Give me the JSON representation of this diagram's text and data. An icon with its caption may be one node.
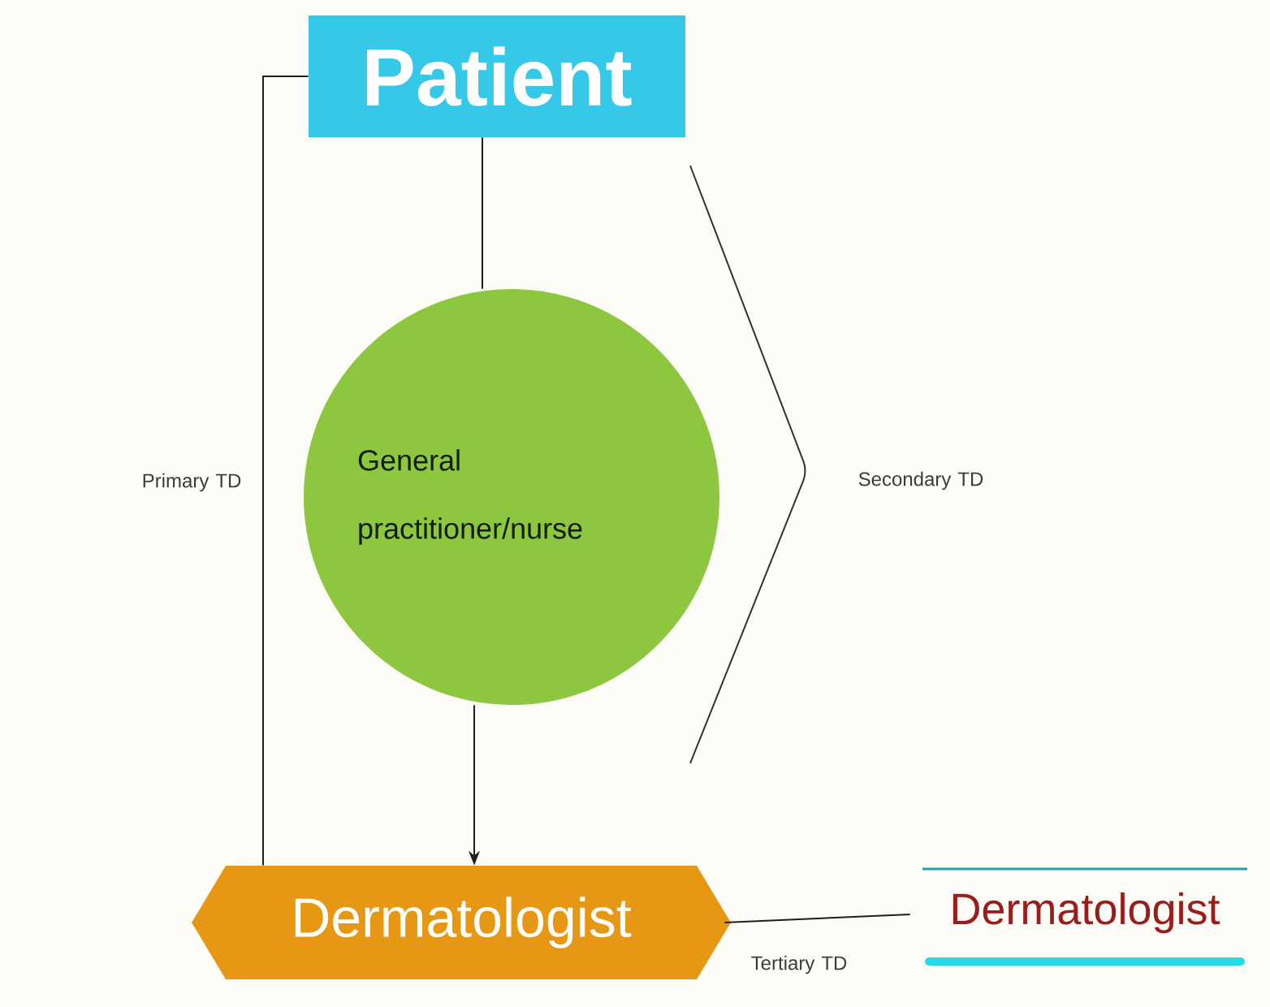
{
  "diagram": {
    "nodes": [
      {
        "text": [
          "Patient"
        ]
      },
      {
        "text": [
          "General practitioner/nurse"
        ]
      },
      {
        "text": [
          "Dermatologist"
        ]
      },
      {
        "text": [
          "Dermatologist"
        ]
      }
    ],
    "edges": [
      {
        "from": 0,
        "to": 1,
        "arrow": "none"
      },
      {
        "from": 1,
        "to": 2,
        "arrow": "to"
      },
      {
        "from": 0,
        "to": 2,
        "arrow": "none",
        "label": "Primary TD"
      },
      {
        "from": 2,
        "to": 3,
        "arrow": "none",
        "label": "Tertiary TD"
      }
    ],
    "labels": [
      "Secondary TD"
    ]
  }
}
